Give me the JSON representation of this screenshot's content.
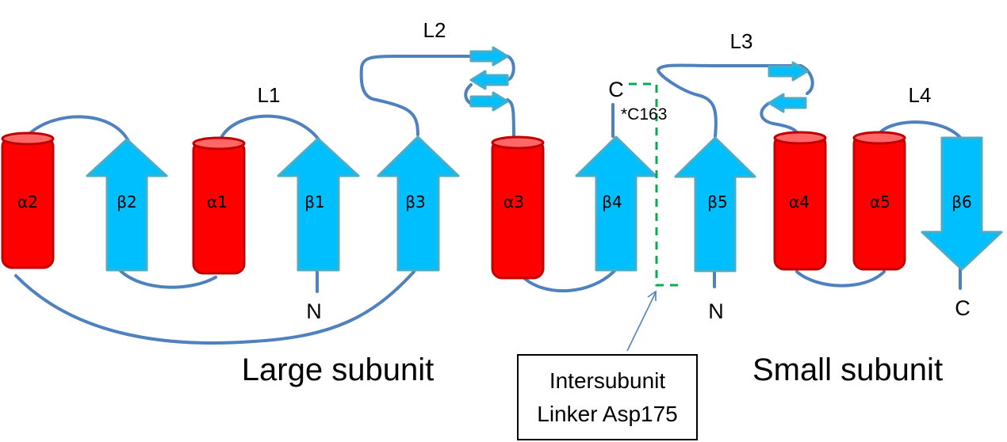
{
  "diagram": {
    "type": "protein topology diagram",
    "colors": {
      "helix": "#ff0000",
      "helix_top": "#ff6666",
      "helix_outline": "#c00000",
      "strand": "#00bfff",
      "strand_outline": "#4bacc6",
      "loop": "#4f81bd",
      "linker_dash": "#00b050"
    },
    "elements": {
      "a2": "α2",
      "b2": "β2",
      "a1": "α1",
      "b1": "β1",
      "b3": "β3",
      "a3": "α3",
      "b4": "β4",
      "b5": "β5",
      "a4": "α4",
      "a5": "α5",
      "b6": "β6"
    },
    "loops": {
      "l1": "L1",
      "l2": "L2",
      "l3": "L3",
      "l4": "L4"
    },
    "termini": {
      "large_n": "N",
      "large_c": "C",
      "small_n": "N",
      "small_c": "C"
    },
    "residue_label": "*C163",
    "subunits": {
      "large": "Large subunit",
      "small": "Small subunit"
    },
    "linker_box": {
      "line1": "Intersubunit",
      "line2": "Linker Asp175"
    }
  }
}
